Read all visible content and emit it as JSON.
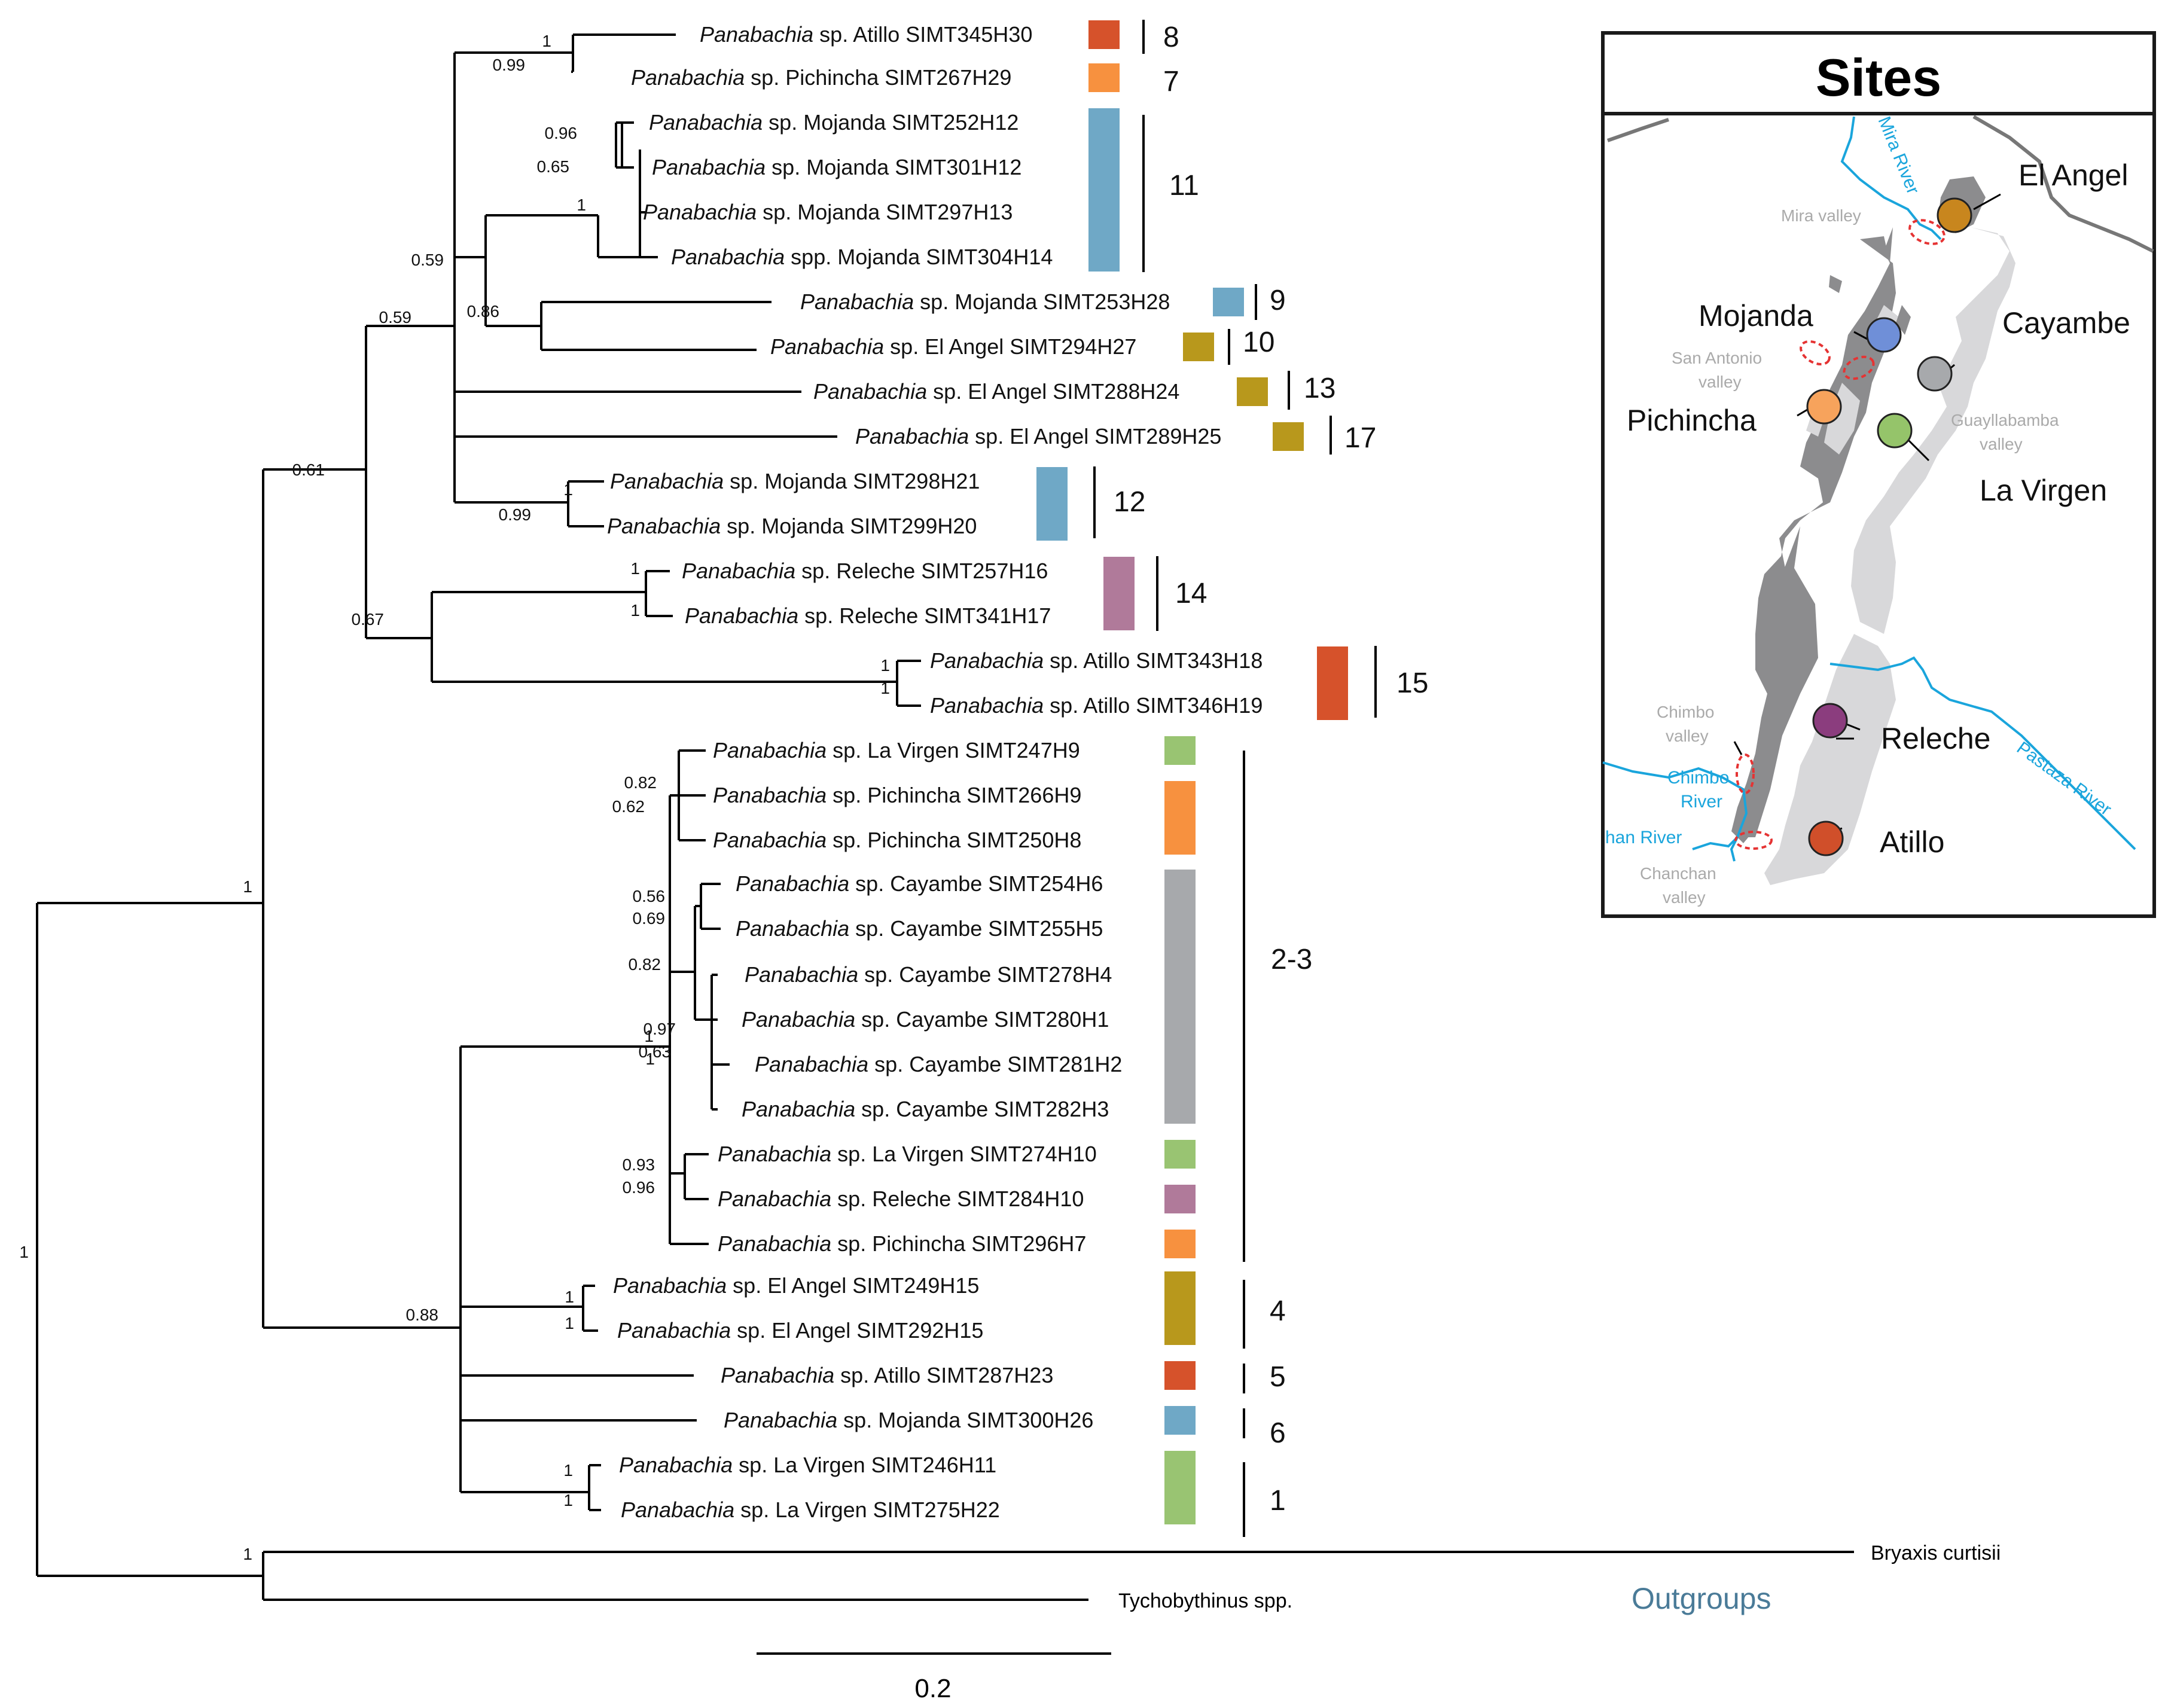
{
  "tree": {
    "leaves": [
      {
        "genus": "Panabachia",
        "rest": " sp. Atillo SIMT345H30",
        "color": "#d6522b"
      },
      {
        "genus": "Panabachia",
        "rest": " sp. Pichincha SIMT267H29",
        "color": "#f7913f"
      },
      {
        "genus": "Panabachia",
        "rest": " sp. Mojanda SIMT252H12",
        "color": "#6fa8c6"
      },
      {
        "genus": "Panabachia",
        "rest": " sp. Mojanda SIMT301H12",
        "color": "#6fa8c6"
      },
      {
        "genus": "Panabachia",
        "rest": " sp. Mojanda SIMT297H13",
        "color": "#6fa8c6"
      },
      {
        "genus": "Panabachia",
        "rest": " spp. Mojanda SIMT304H14",
        "color": "#6fa8c6"
      },
      {
        "genus": "Panabachia",
        "rest": " sp. Mojanda SIMT253H28",
        "color": "#6fa8c6"
      },
      {
        "genus": "Panabachia",
        "rest": " sp. El Angel SIMT294H27",
        "color": "#b8981c"
      },
      {
        "genus": "Panabachia",
        "rest": " sp. El Angel  SIMT288H24",
        "color": "#b8981c"
      },
      {
        "genus": "Panabachia",
        "rest": " sp. El Angel SIMT289H25",
        "color": "#b8981c"
      },
      {
        "genus": "Panabachia",
        "rest": " sp. Mojanda SIMT298H21",
        "color": "#6fa8c6"
      },
      {
        "genus": "Panabachia",
        "rest": " sp. Mojanda SIMT299H20",
        "color": "#6fa8c6"
      },
      {
        "genus": "Panabachia",
        "rest": " sp. Releche SIMT257H16",
        "color": "#b07a9a"
      },
      {
        "genus": "Panabachia",
        "rest": " sp. Releche SIMT341H17",
        "color": "#b07a9a"
      },
      {
        "genus": "Panabachia",
        "rest": " sp. Atillo SIMT343H18",
        "color": "#d6522b"
      },
      {
        "genus": "Panabachia",
        "rest": " sp. Atillo SIMT346H19",
        "color": "#d6522b"
      },
      {
        "genus": "Panabachia",
        "rest": " sp. La Virgen SIMT247H9",
        "color": "#99c472"
      },
      {
        "genus": "Panabachia",
        "rest": " sp. Pichincha SIMT266H9",
        "color": "#f7913f"
      },
      {
        "genus": "Panabachia",
        "rest": " sp. Pichincha SIMT250H8",
        "color": "#f7913f"
      },
      {
        "genus": "Panabachia",
        "rest": " sp. Cayambe SIMT254H6",
        "color": "#a7a9ac"
      },
      {
        "genus": "Panabachia",
        "rest": " sp. Cayambe  SIMT255H5",
        "color": "#a7a9ac"
      },
      {
        "genus": "Panabachia",
        "rest": " sp. Cayambe SIMT278H4",
        "color": "#a7a9ac"
      },
      {
        "genus": "Panabachia",
        "rest": " sp. Cayambe SIMT280H1",
        "color": "#a7a9ac"
      },
      {
        "genus": "Panabachia",
        "rest": " sp. Cayambe SIMT281H2",
        "color": "#a7a9ac"
      },
      {
        "genus": "Panabachia",
        "rest": " sp. Cayambe SIMT282H3",
        "color": "#a7a9ac"
      },
      {
        "genus": "Panabachia",
        "rest": " sp. La Virgen SIMT274H10",
        "color": "#99c472"
      },
      {
        "genus": "Panabachia",
        "rest": " sp. Releche SIMT284H10",
        "color": "#b07a9a"
      },
      {
        "genus": "Panabachia",
        "rest": " sp. Pichincha SIMT296H7",
        "color": "#f7913f"
      },
      {
        "genus": "Panabachia",
        "rest": " sp. El Angel SIMT249H15",
        "color": "#b8981c"
      },
      {
        "genus": "Panabachia",
        "rest": " sp. El Angel SIMT292H15",
        "color": "#b8981c"
      },
      {
        "genus": "Panabachia",
        "rest": " sp. Atillo SIMT287H23",
        "color": "#d6522b"
      },
      {
        "genus": "Panabachia",
        "rest": " sp. Mojanda SIMT300H26",
        "color": "#6fa8c6"
      },
      {
        "genus": "Panabachia",
        "rest": " sp. La Virgen SIMT246H11",
        "color": "#99c472"
      },
      {
        "genus": "Panabachia",
        "rest": " sp. La Virgen SIMT275H22",
        "color": "#99c472"
      }
    ],
    "outgroup_taxa": [
      "Bryaxis curtisii",
      "Tychobythinus spp."
    ],
    "outgroups_label": "Outgroups",
    "clade_labels": [
      "8",
      "7",
      "11",
      "9",
      "10",
      "13",
      "17",
      "12",
      "14",
      "15",
      "2-3",
      "4",
      "5",
      "6",
      "1"
    ],
    "support_values": [
      "1",
      "0.99",
      "0.96",
      "0.65",
      "1",
      "0.59",
      "0.59",
      "0.86",
      "0.61",
      "1",
      "0.99",
      "1",
      "1",
      "0.67",
      "1",
      "1",
      "0.82",
      "0.62",
      "0.56",
      "0.69",
      "0.82",
      "0.97",
      "0.63",
      "1",
      "1",
      "0.93",
      "0.96",
      "1",
      "1",
      "1",
      "0.88",
      "1",
      "1",
      "1",
      "1"
    ],
    "scale_label": "0.2"
  },
  "map": {
    "title": "Sites",
    "sites": [
      "El Angel",
      "Mojanda",
      "Cayambe",
      "Pichincha",
      "La Virgen",
      "Releche",
      "Atillo"
    ],
    "site_colors": [
      "#c8861e",
      "#6f8fd8",
      "#a7a9ac",
      "#f7a35c",
      "#95c46a",
      "#8b3d7e",
      "#d04f2a"
    ],
    "rivers": [
      "Mira River",
      "Chimbo River",
      "Chanchan River",
      "Pastaza River"
    ],
    "valleys": [
      "Mira valley",
      "San Antonio valley",
      "Guayllabamba valley",
      "Chimbo valley",
      "Chanchan valley"
    ]
  }
}
